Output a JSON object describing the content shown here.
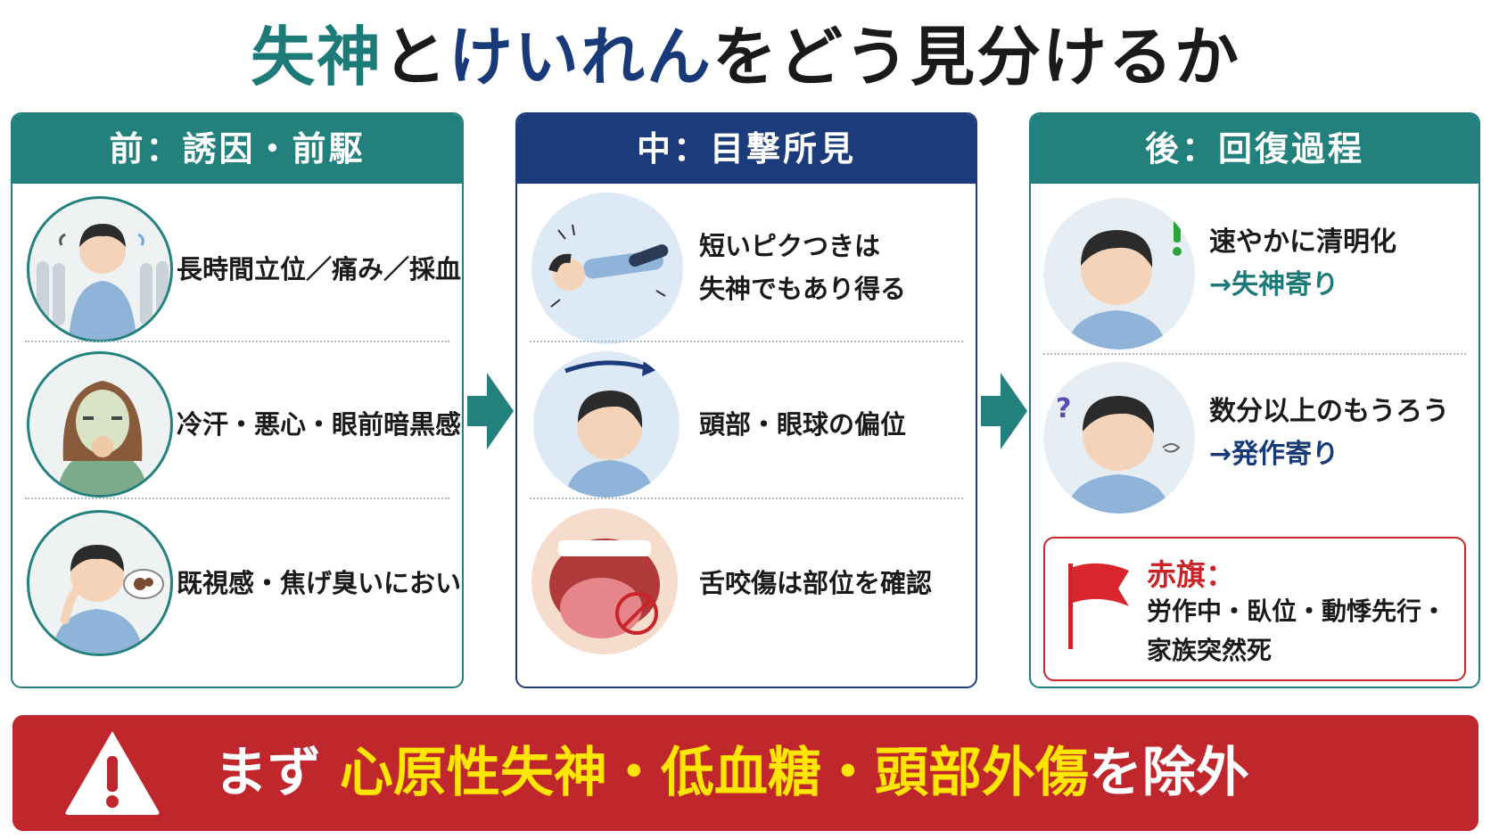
{
  "title": {
    "part1": "失神",
    "part2": "と",
    "part3": "けいれん",
    "part4": "をどう見分けるか"
  },
  "columns": [
    {
      "header": "前：誘因・前駆",
      "rows": [
        {
          "text": "長時間立位／痛み／採血"
        },
        {
          "text": "冷汗・悪心・眼前暗黒感"
        },
        {
          "text": "既視感・焦げ臭いにおい"
        }
      ]
    },
    {
      "header": "中：目撃所見",
      "rows": [
        {
          "line1": "短いピクつきは",
          "line2": "失神でもあり得る"
        },
        {
          "text": "頭部・眼球の偏位"
        },
        {
          "text": "舌咬傷は部位を確認"
        }
      ]
    },
    {
      "header": "後：回復過程",
      "rows": [
        {
          "line1": "速やかに清明化",
          "line2": "→失神寄り"
        },
        {
          "line1": "数分以上のもうろう",
          "line2": "→発作寄り"
        }
      ],
      "red_flag": {
        "title": "赤旗：",
        "line1": "労作中・臥位・動悸先行・",
        "line2": "家族突然死"
      }
    }
  ],
  "banner": {
    "prefix": "まず",
    "highlight": "心原性失神・低血糖・頭部外傷",
    "suffix": "を除外"
  },
  "colors": {
    "teal": "#22807d",
    "navy": "#1c3b7a",
    "red": "#c0272d",
    "yellow": "#ffe600"
  },
  "icons": [
    "warning-icon",
    "red-flag-icon",
    "right-arrow-icon"
  ]
}
